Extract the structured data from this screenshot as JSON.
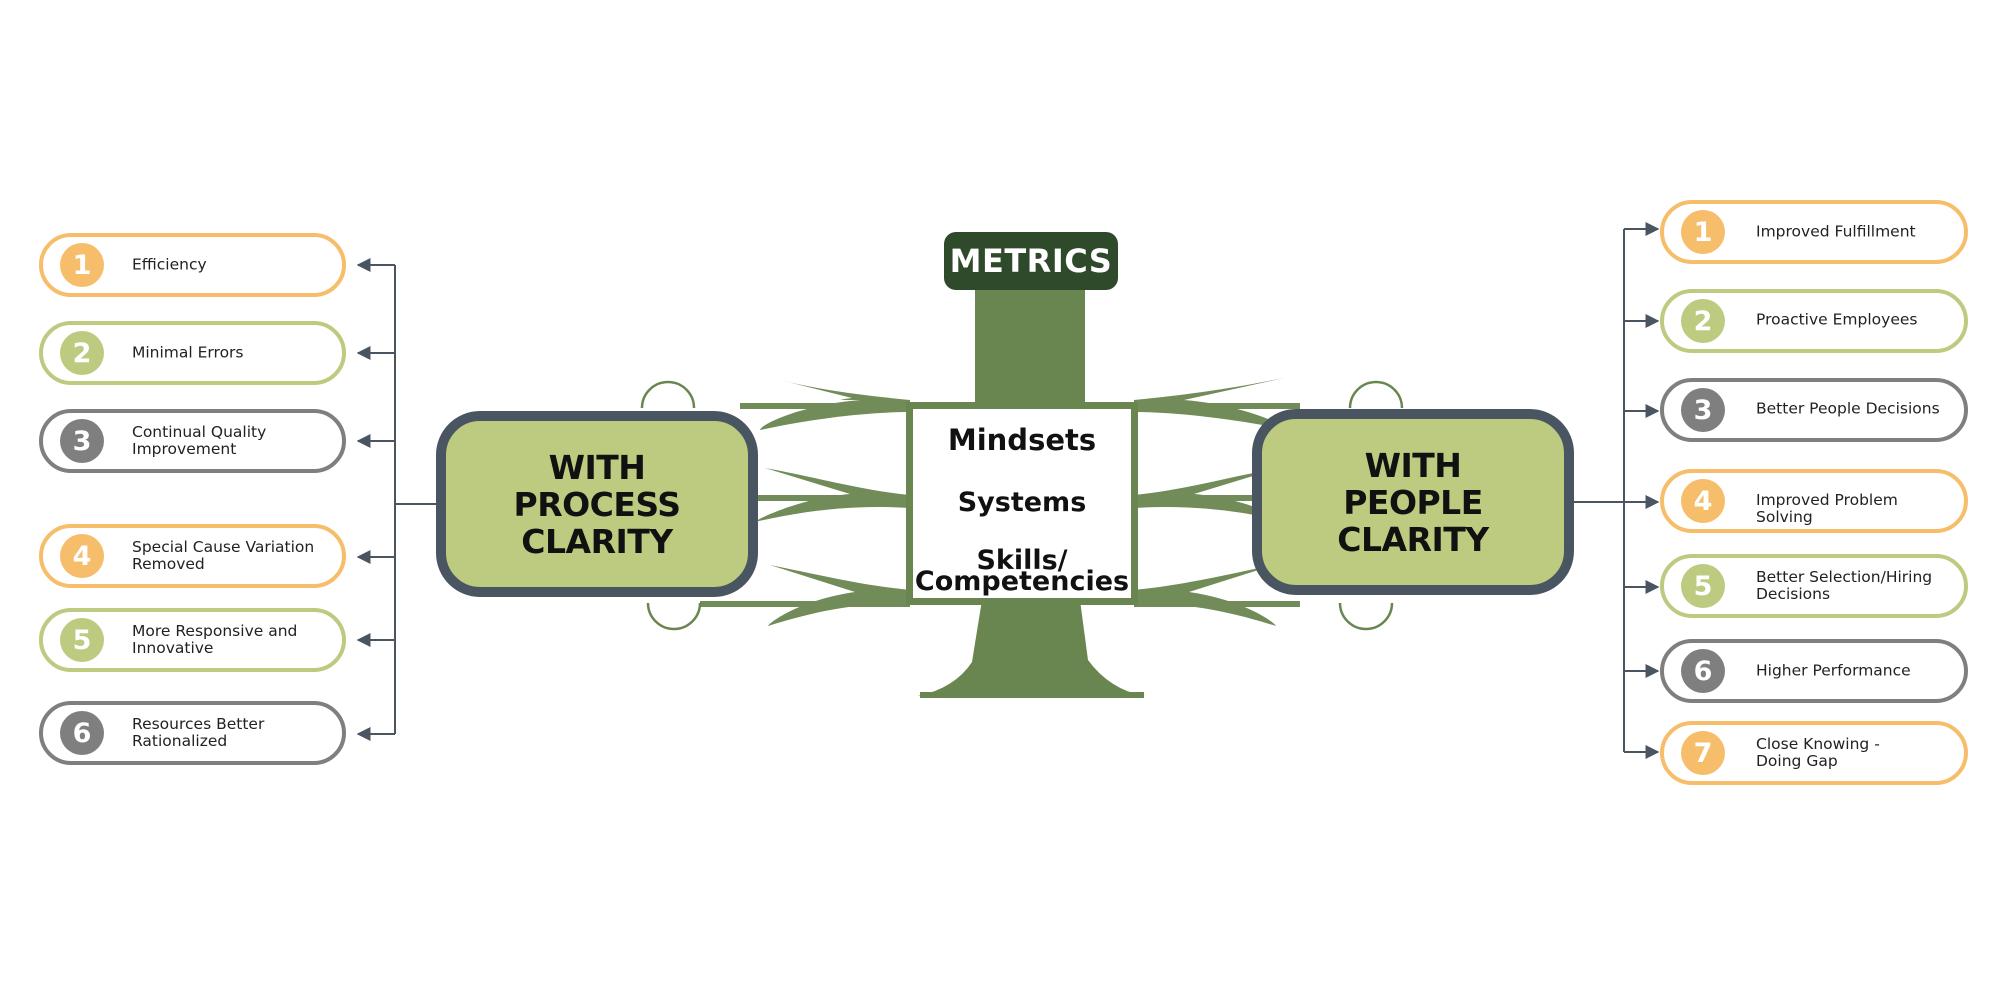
{
  "left_title": "WITH\nPROCESS\nCLARITY",
  "right_title": "WITH\nPEOPLE\nCLARITY",
  "metrics_label": "METRICS",
  "center_items": [
    "Mindsets",
    "Systems",
    "Skills/",
    "Competencies"
  ],
  "colors": {
    "orange": "#f6bd6a",
    "green": "#bccb80",
    "gray": "#7f7f7f",
    "tree": "#6a8650",
    "dark_green": "#2f4a2a",
    "slate": "#4a5562"
  },
  "left_items": [
    {
      "num": "1",
      "label": "Efficiency",
      "color": "orange"
    },
    {
      "num": "2",
      "label": "Minimal Errors",
      "color": "green"
    },
    {
      "num": "3",
      "label": "Continual Quality Improvement",
      "color": "gray"
    },
    {
      "num": "4",
      "label": "Special Cause Variation Removed",
      "color": "orange"
    },
    {
      "num": "5",
      "label": "More Responsive and Innovative",
      "color": "green"
    },
    {
      "num": "6",
      "label": "Resources Better Rationalized",
      "color": "gray"
    }
  ],
  "right_items": [
    {
      "num": "1",
      "label": "Improved Fulfillment",
      "color": "orange"
    },
    {
      "num": "2",
      "label": "Proactive Employees",
      "color": "green"
    },
    {
      "num": "3",
      "label": "Better People Decisions",
      "color": "gray"
    },
    {
      "num": "4",
      "label": "Improved Problem Solving",
      "color": "orange"
    },
    {
      "num": "5",
      "label": "Better Selection/Hiring Decisions",
      "color": "green"
    },
    {
      "num": "6",
      "label": "Higher Performance",
      "color": "gray"
    },
    {
      "num": "7",
      "label": "Close Knowing - Doing Gap",
      "color": "orange"
    }
  ]
}
